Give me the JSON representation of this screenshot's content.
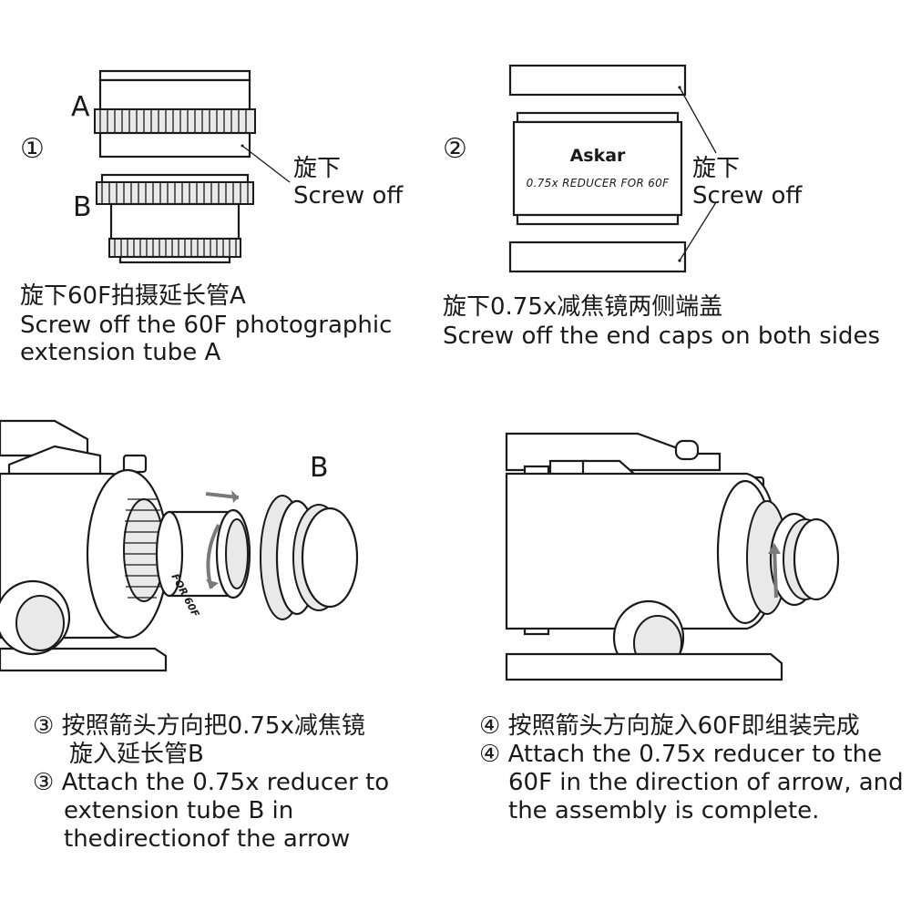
{
  "step1": {
    "number": "①",
    "label_a": "A",
    "label_b": "B",
    "action_cn": "旋下",
    "action_en": "Screw off",
    "caption_cn": "旋下60F拍摄延长管A",
    "caption_en_1": "Screw off the 60F photographic",
    "caption_en_2": "extension tube A"
  },
  "step2": {
    "number": "②",
    "brand": "Askar",
    "product": "0.75x REDUCER FOR 60F",
    "action_cn": "旋下",
    "action_en": "Screw off",
    "caption_cn": "旋下0.75x减焦镜两侧端盖",
    "caption_en": "Screw off the end caps on both sides"
  },
  "step3": {
    "label_b": "B",
    "tube_text": "FOR 60F",
    "caption_cn_1": "③ 按照箭头方向把0.75x减焦镜",
    "caption_cn_2": "旋入延长管B",
    "caption_en_1": "③ Attach the 0.75x reducer to",
    "caption_en_2": "extension tube B in",
    "caption_en_3": "thedirectionof the arrow"
  },
  "step4": {
    "caption_cn": "④ 按照箭头方向旋入60F即组装完成",
    "caption_en_1": "④ Attach the 0.75x reducer to the",
    "caption_en_2": "60F in the direction of arrow, and",
    "caption_en_3": "the assembly is complete."
  },
  "colors": {
    "ink": "#1a1a1a",
    "arrow": "#7a7a7a",
    "fill_light": "#e9e9e9"
  }
}
